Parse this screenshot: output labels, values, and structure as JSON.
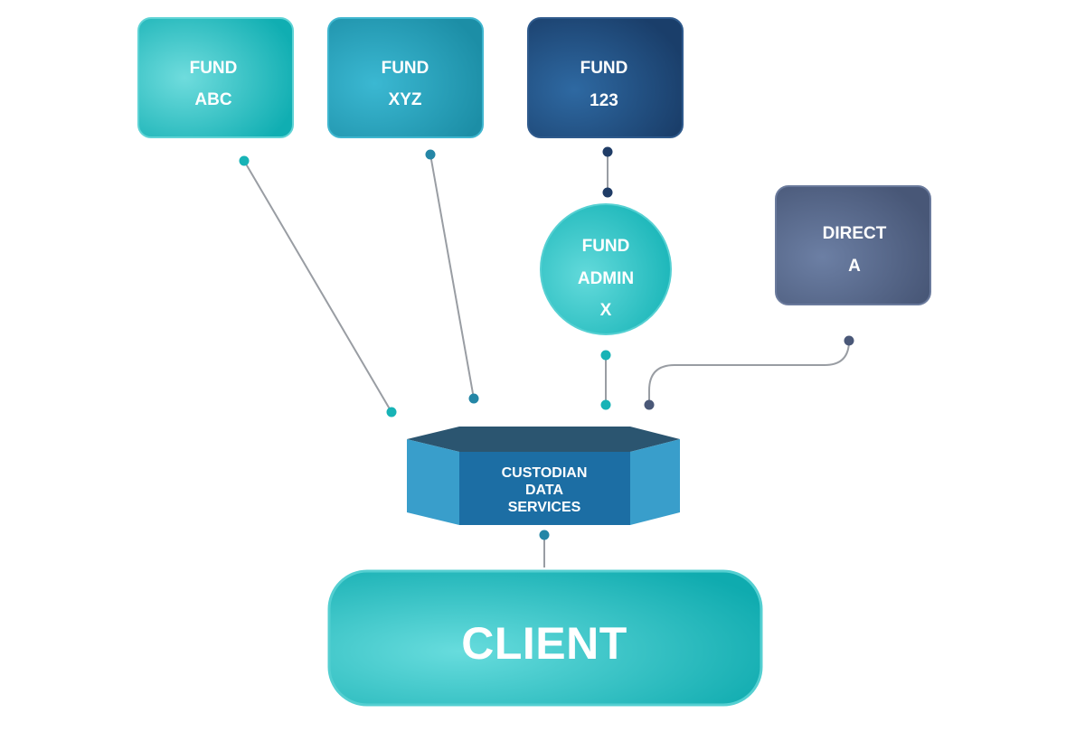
{
  "nodes": {
    "fund_abc": {
      "line1": "FUND",
      "line2": "ABC"
    },
    "fund_xyz": {
      "line1": "FUND",
      "line2": "XYZ"
    },
    "fund_123": {
      "line1": "FUND",
      "line2": "123"
    },
    "fund_admin_x": {
      "line1": "FUND",
      "line2": "ADMIN",
      "line3": "X"
    },
    "direct_a": {
      "line1": "DIRECT",
      "line2": "A"
    },
    "custodian": {
      "line1": "CUSTODIAN",
      "line2": "DATA",
      "line3": "SERVICES"
    },
    "client": {
      "label": "CLIENT"
    }
  },
  "colors": {
    "teal": "#17b3b6",
    "teal_light": "#5fd6d8",
    "blue": "#2ba0bd",
    "navy": "#1f4777",
    "slate": "#4f5f7f",
    "custodian_front": "#1c6ea4",
    "custodian_side": "#399ecb",
    "custodian_top": "#2b5570",
    "dot_teal": "#17b3b6",
    "dot_blue": "#2486a6",
    "dot_navy": "#1f3c66",
    "dot_slate": "#4a5878",
    "connector": "#999da3"
  }
}
